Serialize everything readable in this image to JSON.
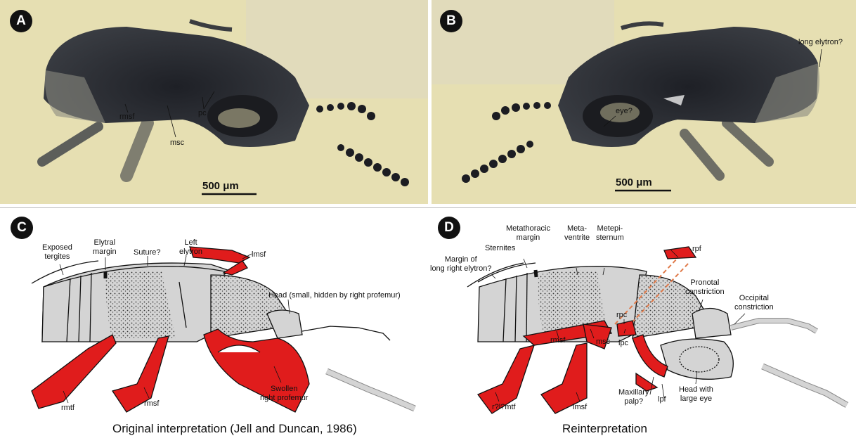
{
  "panels": {
    "a": {
      "badge": "A",
      "scale_label": "500 μm",
      "labels": {
        "rmsf": "rmsf",
        "msc": "msc",
        "pc": "pc"
      }
    },
    "b": {
      "badge": "B",
      "scale_label": "500 μm",
      "labels": {
        "long_elytron": "long elytron?",
        "eye": "eye?"
      }
    },
    "c": {
      "badge": "C",
      "caption": "Original interpretation (Jell and Duncan, 1986)",
      "labels": {
        "exposed_tergites": "Exposed\ntergites",
        "elytral_margin": "Elytral\nmargin",
        "suture": "Suture?",
        "left_elytron": "Left\nelytron",
        "lmsf": "lmsf",
        "head": "Head (small, hidden by right profemur)",
        "swollen_profemur": "Swollen\nright profemur",
        "rmtf": "rmtf",
        "rmsf": "rmsf"
      }
    },
    "d": {
      "badge": "D",
      "caption": "Reinterpretation",
      "labels": {
        "margin_long": "Margin of\nlong right elytron?",
        "sternites": "Sternites",
        "metathoracic_margin": "Metathoracic\nmargin",
        "metaventrite": "Meta-\nventrite",
        "metepisternum": "Metepi-\nsternum",
        "rpf": "rpf",
        "pronotal": "Pronotal\nconstriction",
        "occipital": "Occipital\nconstriction",
        "rmsf": "rmsf",
        "msc": "msc",
        "rpc": "rpc",
        "lpc": "lpc",
        "maxillary": "Maxillary\npalp?",
        "lpf": "lpf",
        "head_eye": "Head with\nlarge eye",
        "ramtf": "r?l?mtf",
        "lmsf": "lmsf"
      }
    }
  },
  "colors": {
    "leg": "#e01c1c",
    "body": "#d4d4d4",
    "matrix": "#e9e2b6",
    "fossil": "#2b2d33",
    "dash": "#e07a4a"
  }
}
